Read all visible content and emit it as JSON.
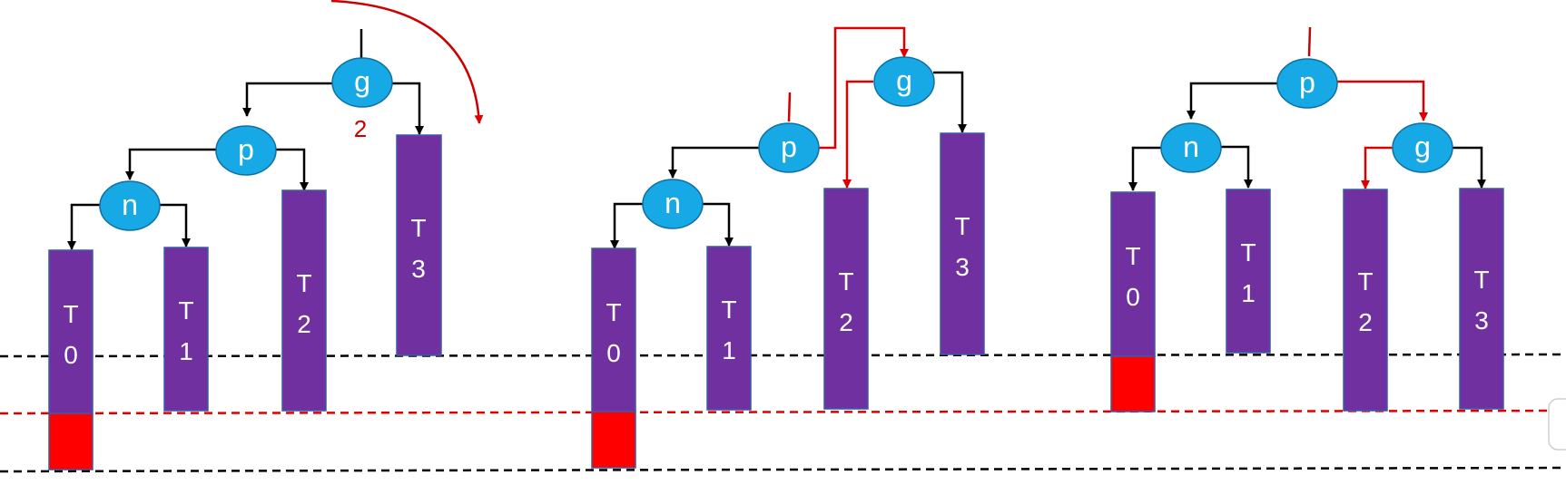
{
  "colors": {
    "node_fill": "#17a9e6",
    "node_stroke": "#0f6fa3",
    "subtree_fill": "#7030a0",
    "subtree_stroke": "#3d5aa8",
    "overflow_fill": "#ff0000",
    "black_edge": "#000000",
    "red_edge": "#dd0000",
    "label_color": "#ffffff"
  },
  "annotation": "2",
  "panels": [
    {
      "nodes": [
        "g",
        "p",
        "n"
      ],
      "subtrees": [
        {
          "label": [
            "T",
            "0"
          ],
          "overflow": true
        },
        {
          "label": [
            "T",
            "1"
          ],
          "overflow": false
        },
        {
          "label": [
            "T",
            "2"
          ],
          "overflow": false
        },
        {
          "label": [
            "T",
            "3"
          ],
          "overflow": false
        }
      ]
    },
    {
      "nodes": [
        "p",
        "g",
        "n"
      ],
      "subtrees": [
        {
          "label": [
            "T",
            "0"
          ],
          "overflow": true
        },
        {
          "label": [
            "T",
            "1"
          ],
          "overflow": false
        },
        {
          "label": [
            "T",
            "2"
          ],
          "overflow": false
        },
        {
          "label": [
            "T",
            "3"
          ],
          "overflow": false
        }
      ]
    },
    {
      "nodes": [
        "p",
        "n",
        "g"
      ],
      "subtrees": [
        {
          "label": [
            "T",
            "0"
          ],
          "overflow": true
        },
        {
          "label": [
            "T",
            "1"
          ],
          "overflow": false
        },
        {
          "label": [
            "T",
            "2"
          ],
          "overflow": false
        },
        {
          "label": [
            "T",
            "3"
          ],
          "overflow": false
        }
      ]
    }
  ]
}
